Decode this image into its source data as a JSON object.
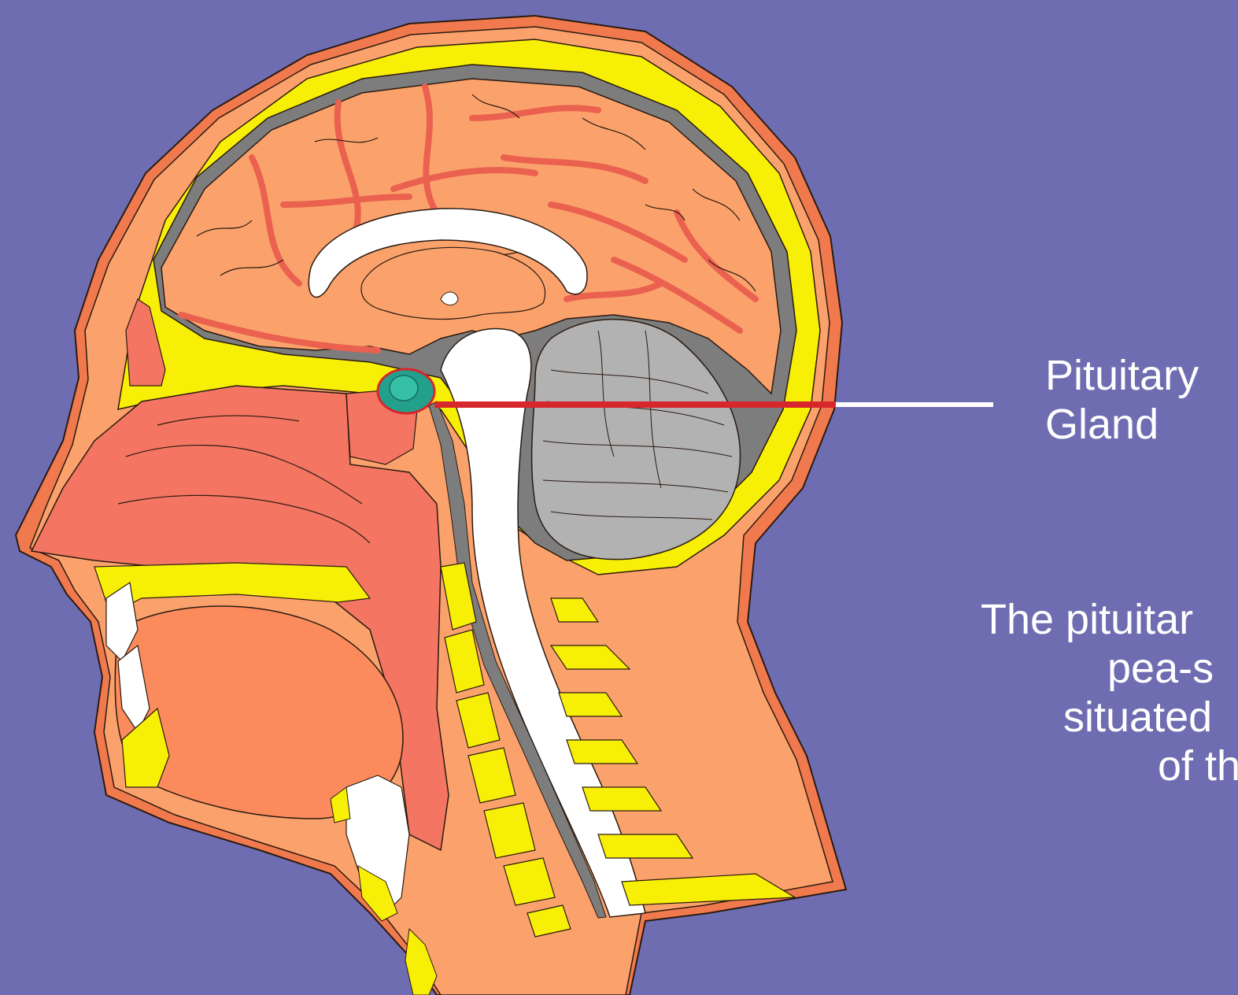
{
  "slide": {
    "background_color": "#6f6db2",
    "label": {
      "line1": "Pituitary",
      "line2": "Gland"
    },
    "description": {
      "lines": [
        "The pituitar",
        "pea-s",
        "situated",
        "of th"
      ]
    },
    "pointer_color": "#d7262c",
    "gland_color": "#23a08c"
  }
}
